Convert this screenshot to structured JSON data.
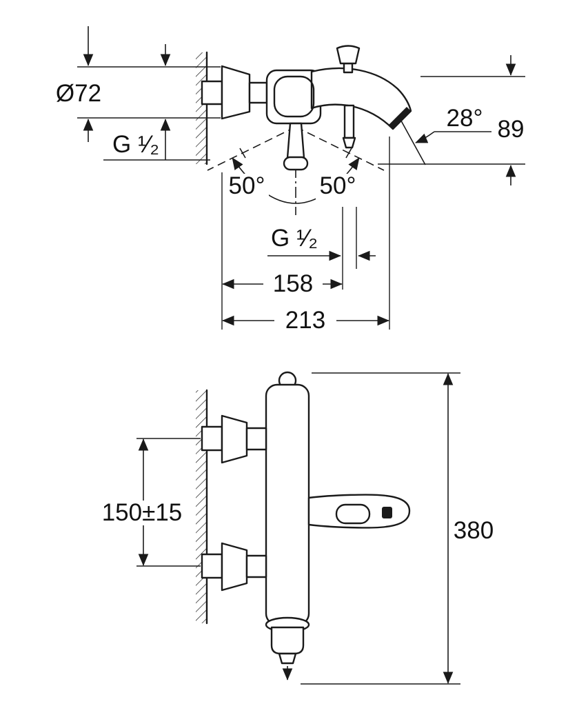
{
  "style": {
    "background": "#ffffff",
    "line_color": "#1a1a1a"
  },
  "top_view": {
    "escutcheon_diameter": "Ø72",
    "inlet_thread": "G ¹⁄₂",
    "spout_angle": "28°",
    "outlet_height": "89",
    "handle_swing_left": "50°",
    "handle_swing_right": "50°",
    "shower_outlet_thread": "G ¹⁄₂",
    "wall_to_shower_outlet": "158",
    "wall_to_spout_outlet": "213"
  },
  "front_view": {
    "inlet_spacing": "150±15",
    "overall_height": "380"
  }
}
